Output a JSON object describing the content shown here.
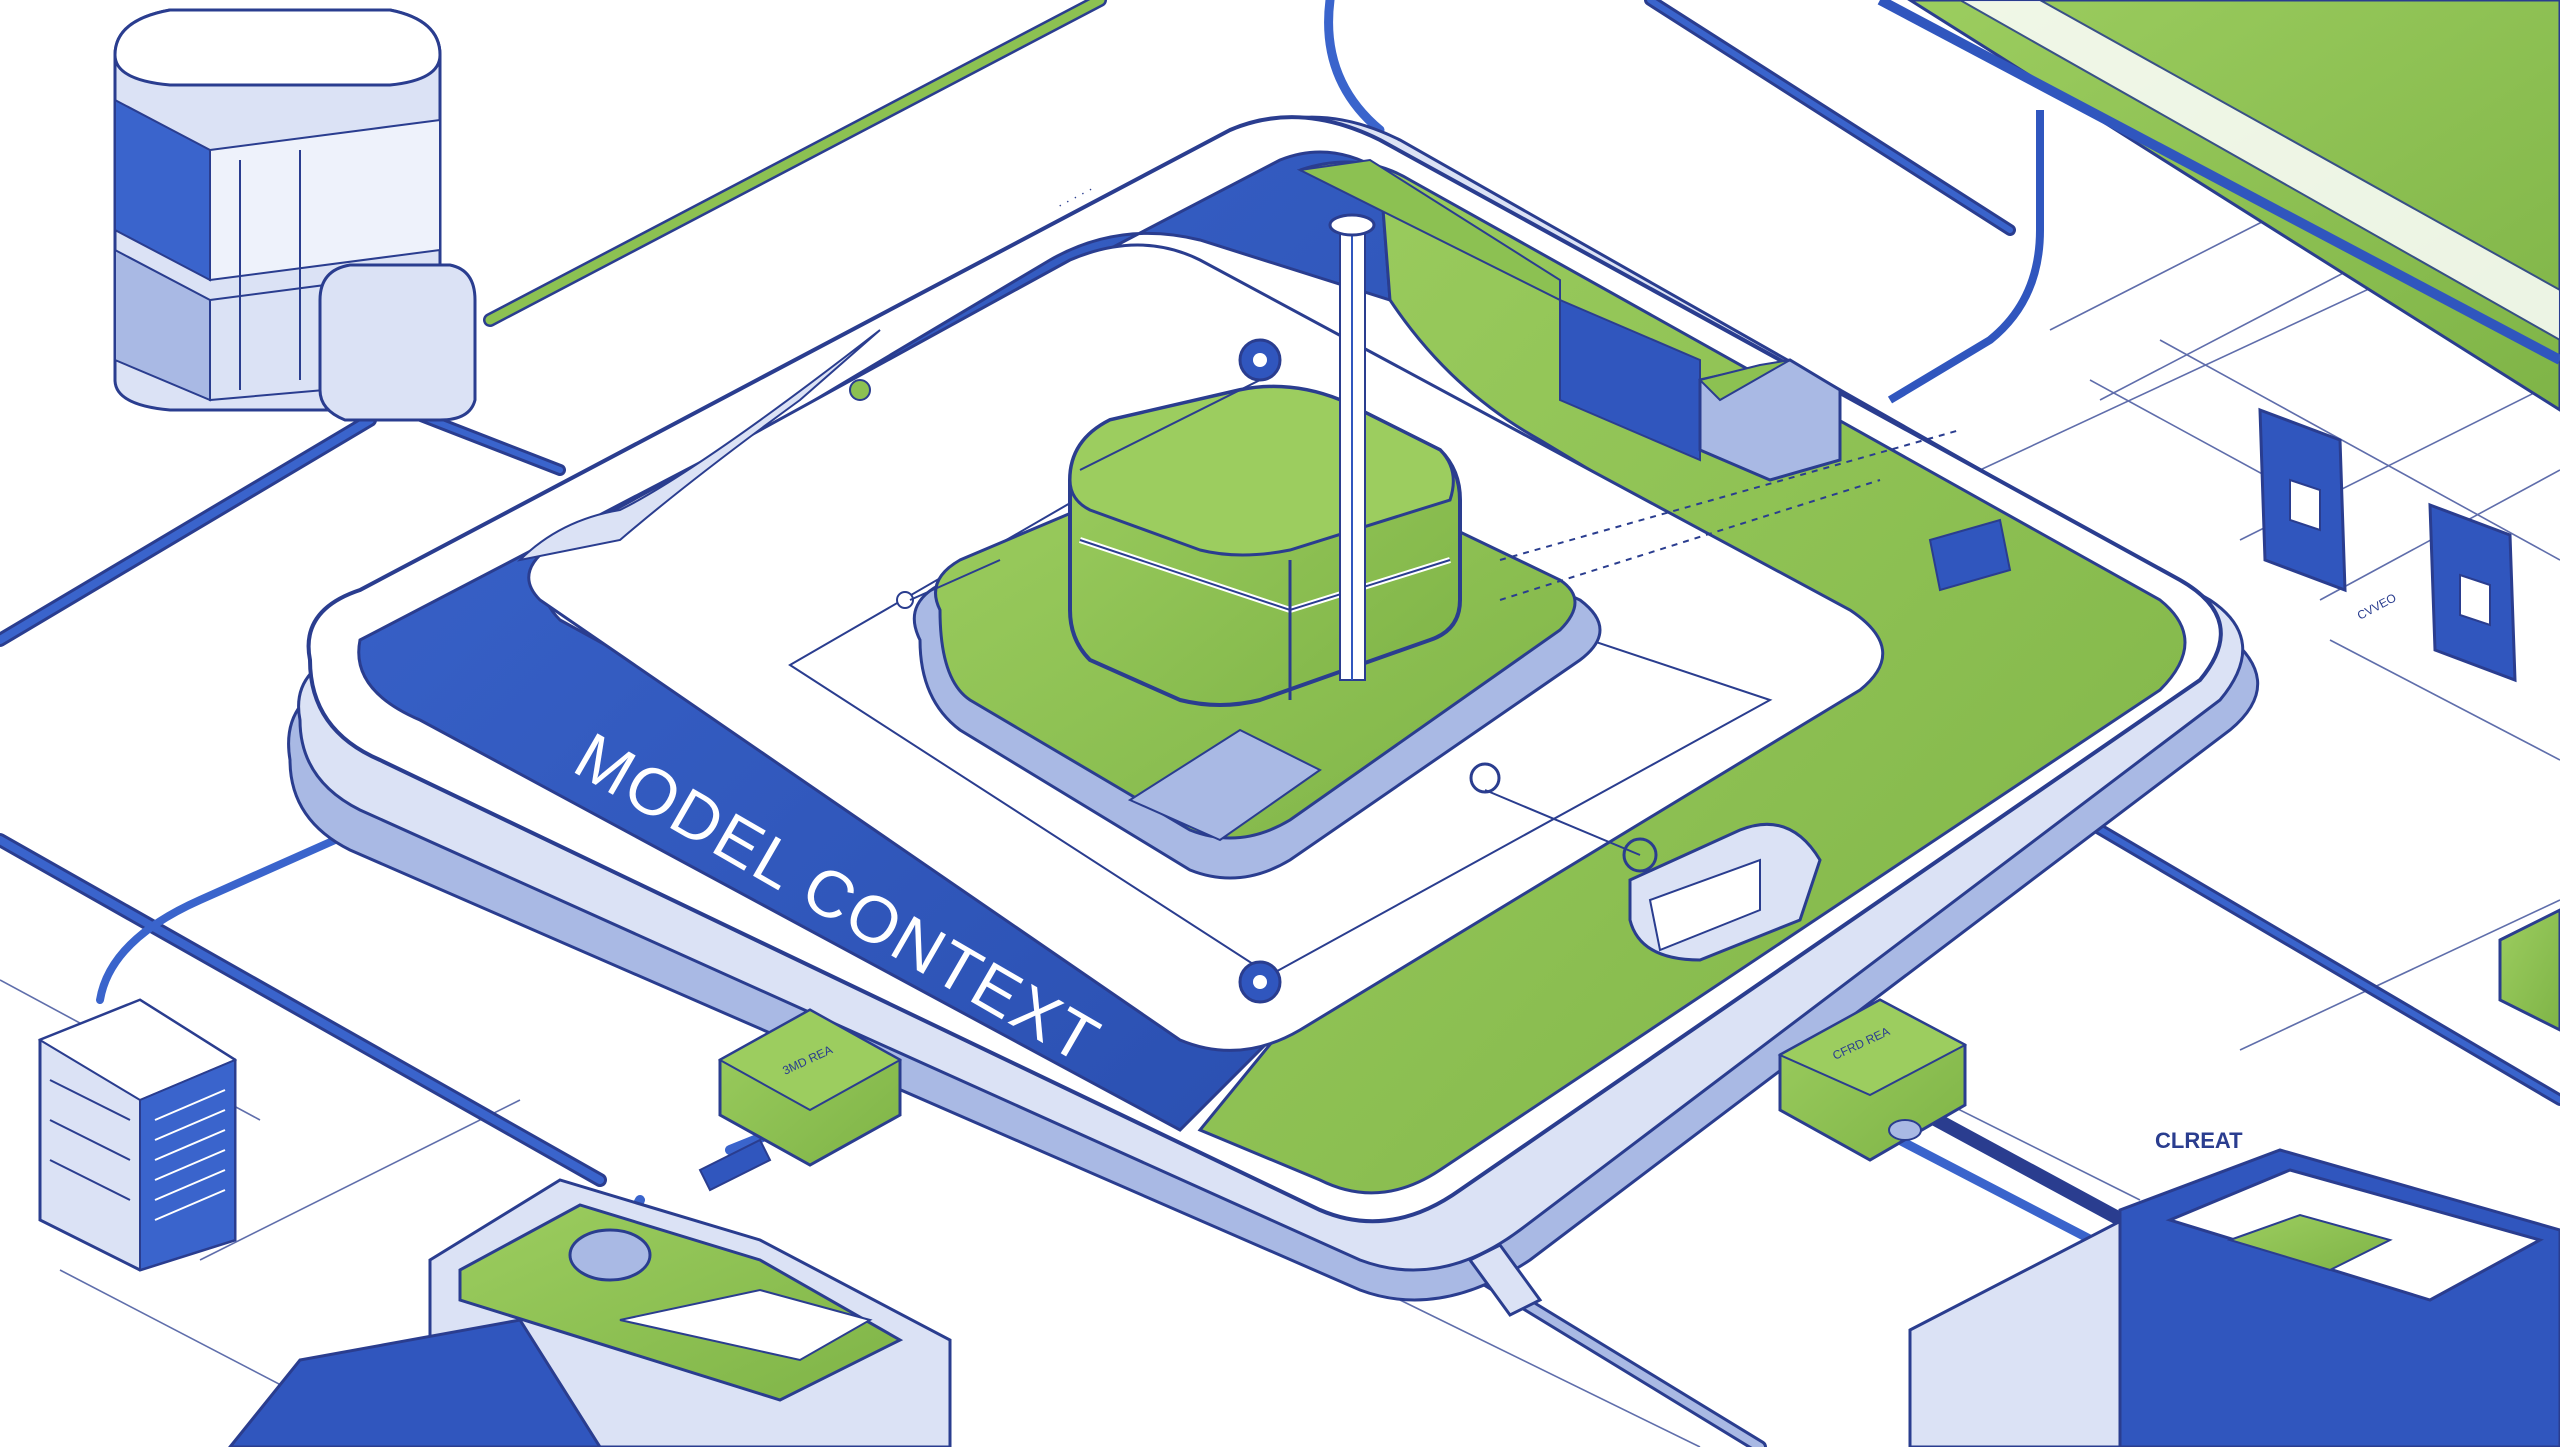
{
  "platform": {
    "label": "MODEL CONTEXT"
  },
  "tiny_labels": {
    "left_module": "3MD REA",
    "right_module": "CFRD REA",
    "side_label": "CLREAT",
    "panel_top": "· · · · ·",
    "right_tag": "CVVEO"
  },
  "colors": {
    "blue": "#3056be",
    "blue_dark": "#24429a",
    "blue_light": "#a9b9e4",
    "blue_pale": "#dbe2f5",
    "green": "#8cc152",
    "green_dark": "#5e9a2e",
    "outline": "#2a3d8f",
    "background": "#ffffff"
  },
  "icons": [
    "database-server-icon",
    "server-tower-icon",
    "central-cube-icon",
    "connector-module-icon",
    "cable-connector-icon",
    "network-node-icon",
    "wall-panel-icon"
  ]
}
